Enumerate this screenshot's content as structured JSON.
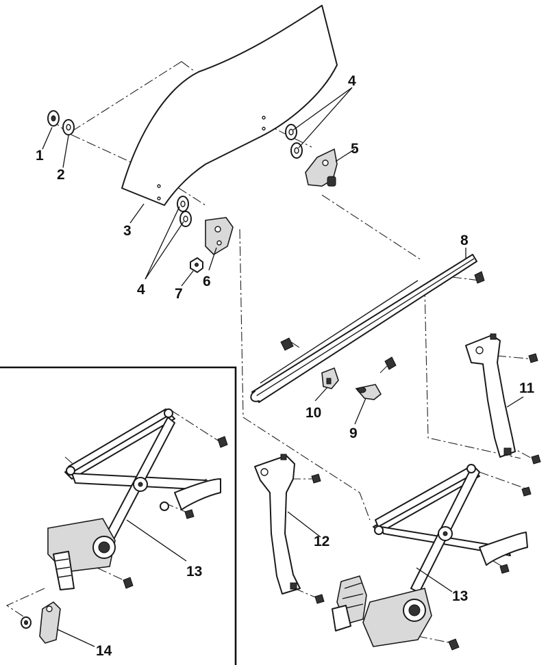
{
  "callouts": {
    "c1": "1",
    "c2": "2",
    "c3": "3",
    "c4a": "4",
    "c4b": "4",
    "c5": "5",
    "c6": "6",
    "c7": "7",
    "c8": "8",
    "c9": "9",
    "c10": "10",
    "c11": "11",
    "c12": "12",
    "c13a": "13",
    "c13b": "13",
    "c14": "14"
  }
}
